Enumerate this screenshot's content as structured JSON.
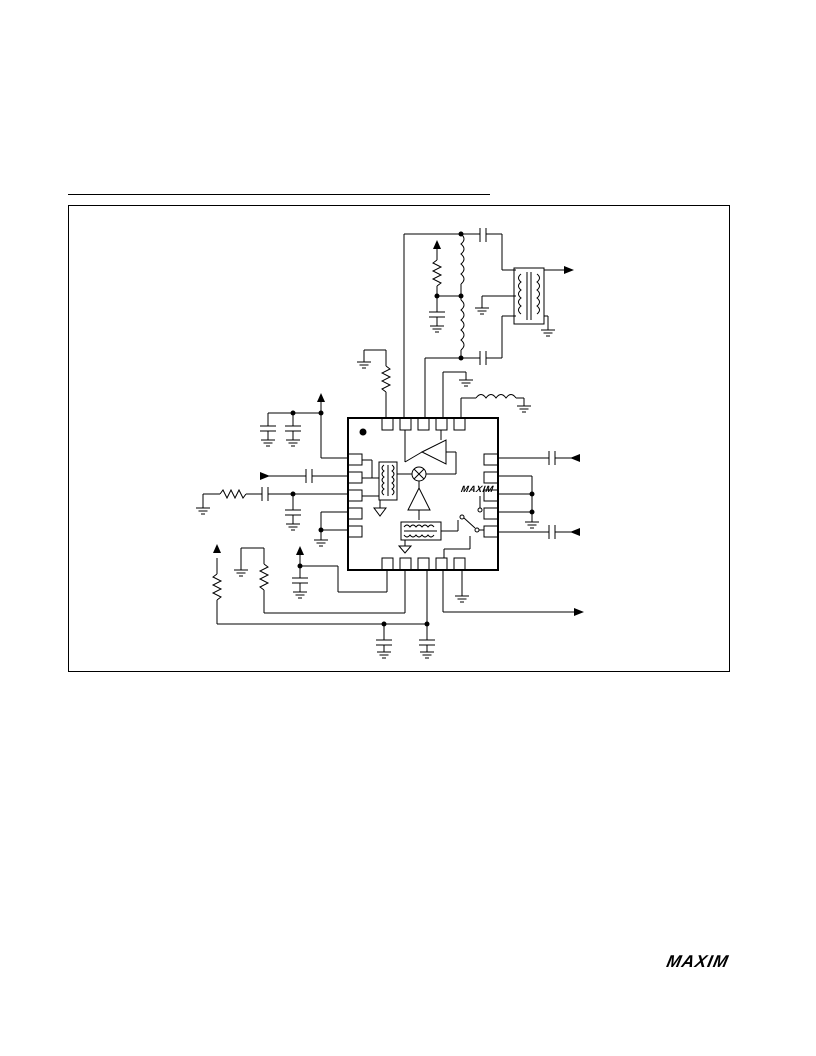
{
  "page": {
    "chip_logo": "MAXIM",
    "footer_logo": "MAXIM"
  },
  "colors": {
    "ink": "#000000",
    "paper": "#ffffff"
  },
  "icons": {
    "chip_logo": "maxim-logo",
    "footer_logo": "maxim-logo",
    "arrows": "arrow-head",
    "grounds": "ground-symbol"
  }
}
